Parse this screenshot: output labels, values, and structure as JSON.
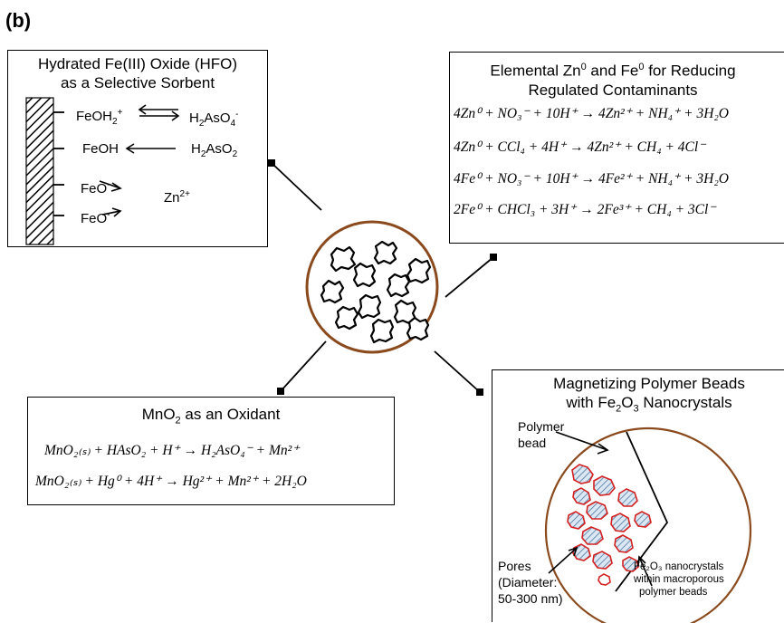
{
  "panel_label": "(b)",
  "hfo": {
    "title_line1": "Hydrated Fe(III) Oxide (HFO)",
    "title_line2": "as a Selective Sorbent",
    "rows": [
      {
        "left": "FeOH",
        "left_sup": "+",
        "left_sub": "2",
        "right": "H",
        "right_sub": "2",
        "right_tail": "AsO",
        "right_sub2": "4",
        "right_sup": "-",
        "arrow": "double"
      },
      {
        "left": "FeOH",
        "right": "H",
        "right_sub": "2",
        "right_tail": "AsO",
        "right_sub2": "2",
        "arrow": "left"
      },
      {
        "left": "FeO",
        "left_sup": "-",
        "right": "Zn",
        "right_sup": "2+",
        "arrow": "right"
      },
      {
        "left": "FeO",
        "left_sup": "-",
        "arrow": "right"
      }
    ]
  },
  "zvi": {
    "title_line1": "Elemental Zn",
    "title_sup1": "0",
    "title_mid": " and Fe",
    "title_sup2": "0",
    "title_end": " for Reducing",
    "title_line2": "Regulated Contaminants",
    "equations": [
      "4Zn⁰ + NO₃⁻ + 10H⁺ → 4Zn²⁺ + NH₄⁺ + 3H₂O",
      "4Zn⁰ + CCl₄ + 4H⁺ → 4Zn²⁺ + CH₄ + 4Cl⁻",
      "4Fe⁰ + NO₃⁻ + 10H⁺ → 4Fe²⁺ + NH₄⁺ + 3H₂O",
      "2Fe⁰ + CHCl₃ + 3H⁺ → 2Fe³⁺ + CH₄ + 3Cl⁻"
    ]
  },
  "mno2": {
    "title": "MnO",
    "title_sub": "2",
    "title_end": " as an Oxidant",
    "equations": [
      "MnO₂₍ₛ₎ + HAsO₂ + H⁺ → H₂AsO₄⁻ + Mn²⁺",
      "MnO₂₍ₛ₎ + Hg⁰ + 4H⁺ → Hg²⁺ + Mn²⁺ + 2H₂O"
    ]
  },
  "magnet": {
    "title_line1": "Magnetizing Polymer Beads",
    "title_line2a": "with Fe",
    "title_sub1": "2",
    "title_mid": "O",
    "title_sub2": "3",
    "title_end": " Nanocrystals",
    "polymer_label_1": "Polymer",
    "polymer_label_2": "bead",
    "pores_label_1": "Pores",
    "pores_label_2": "(Diameter:",
    "pores_label_3": "50-300 nm)",
    "nano_label_1": "Fe₂O₃ nanocrystals",
    "nano_label_2": "within macroporous",
    "nano_label_3": "polymer beads"
  },
  "colors": {
    "bead_ring": "#8B4A1E",
    "nano_outline": "#d42020",
    "nano_fill": "#bcd3e6"
  }
}
